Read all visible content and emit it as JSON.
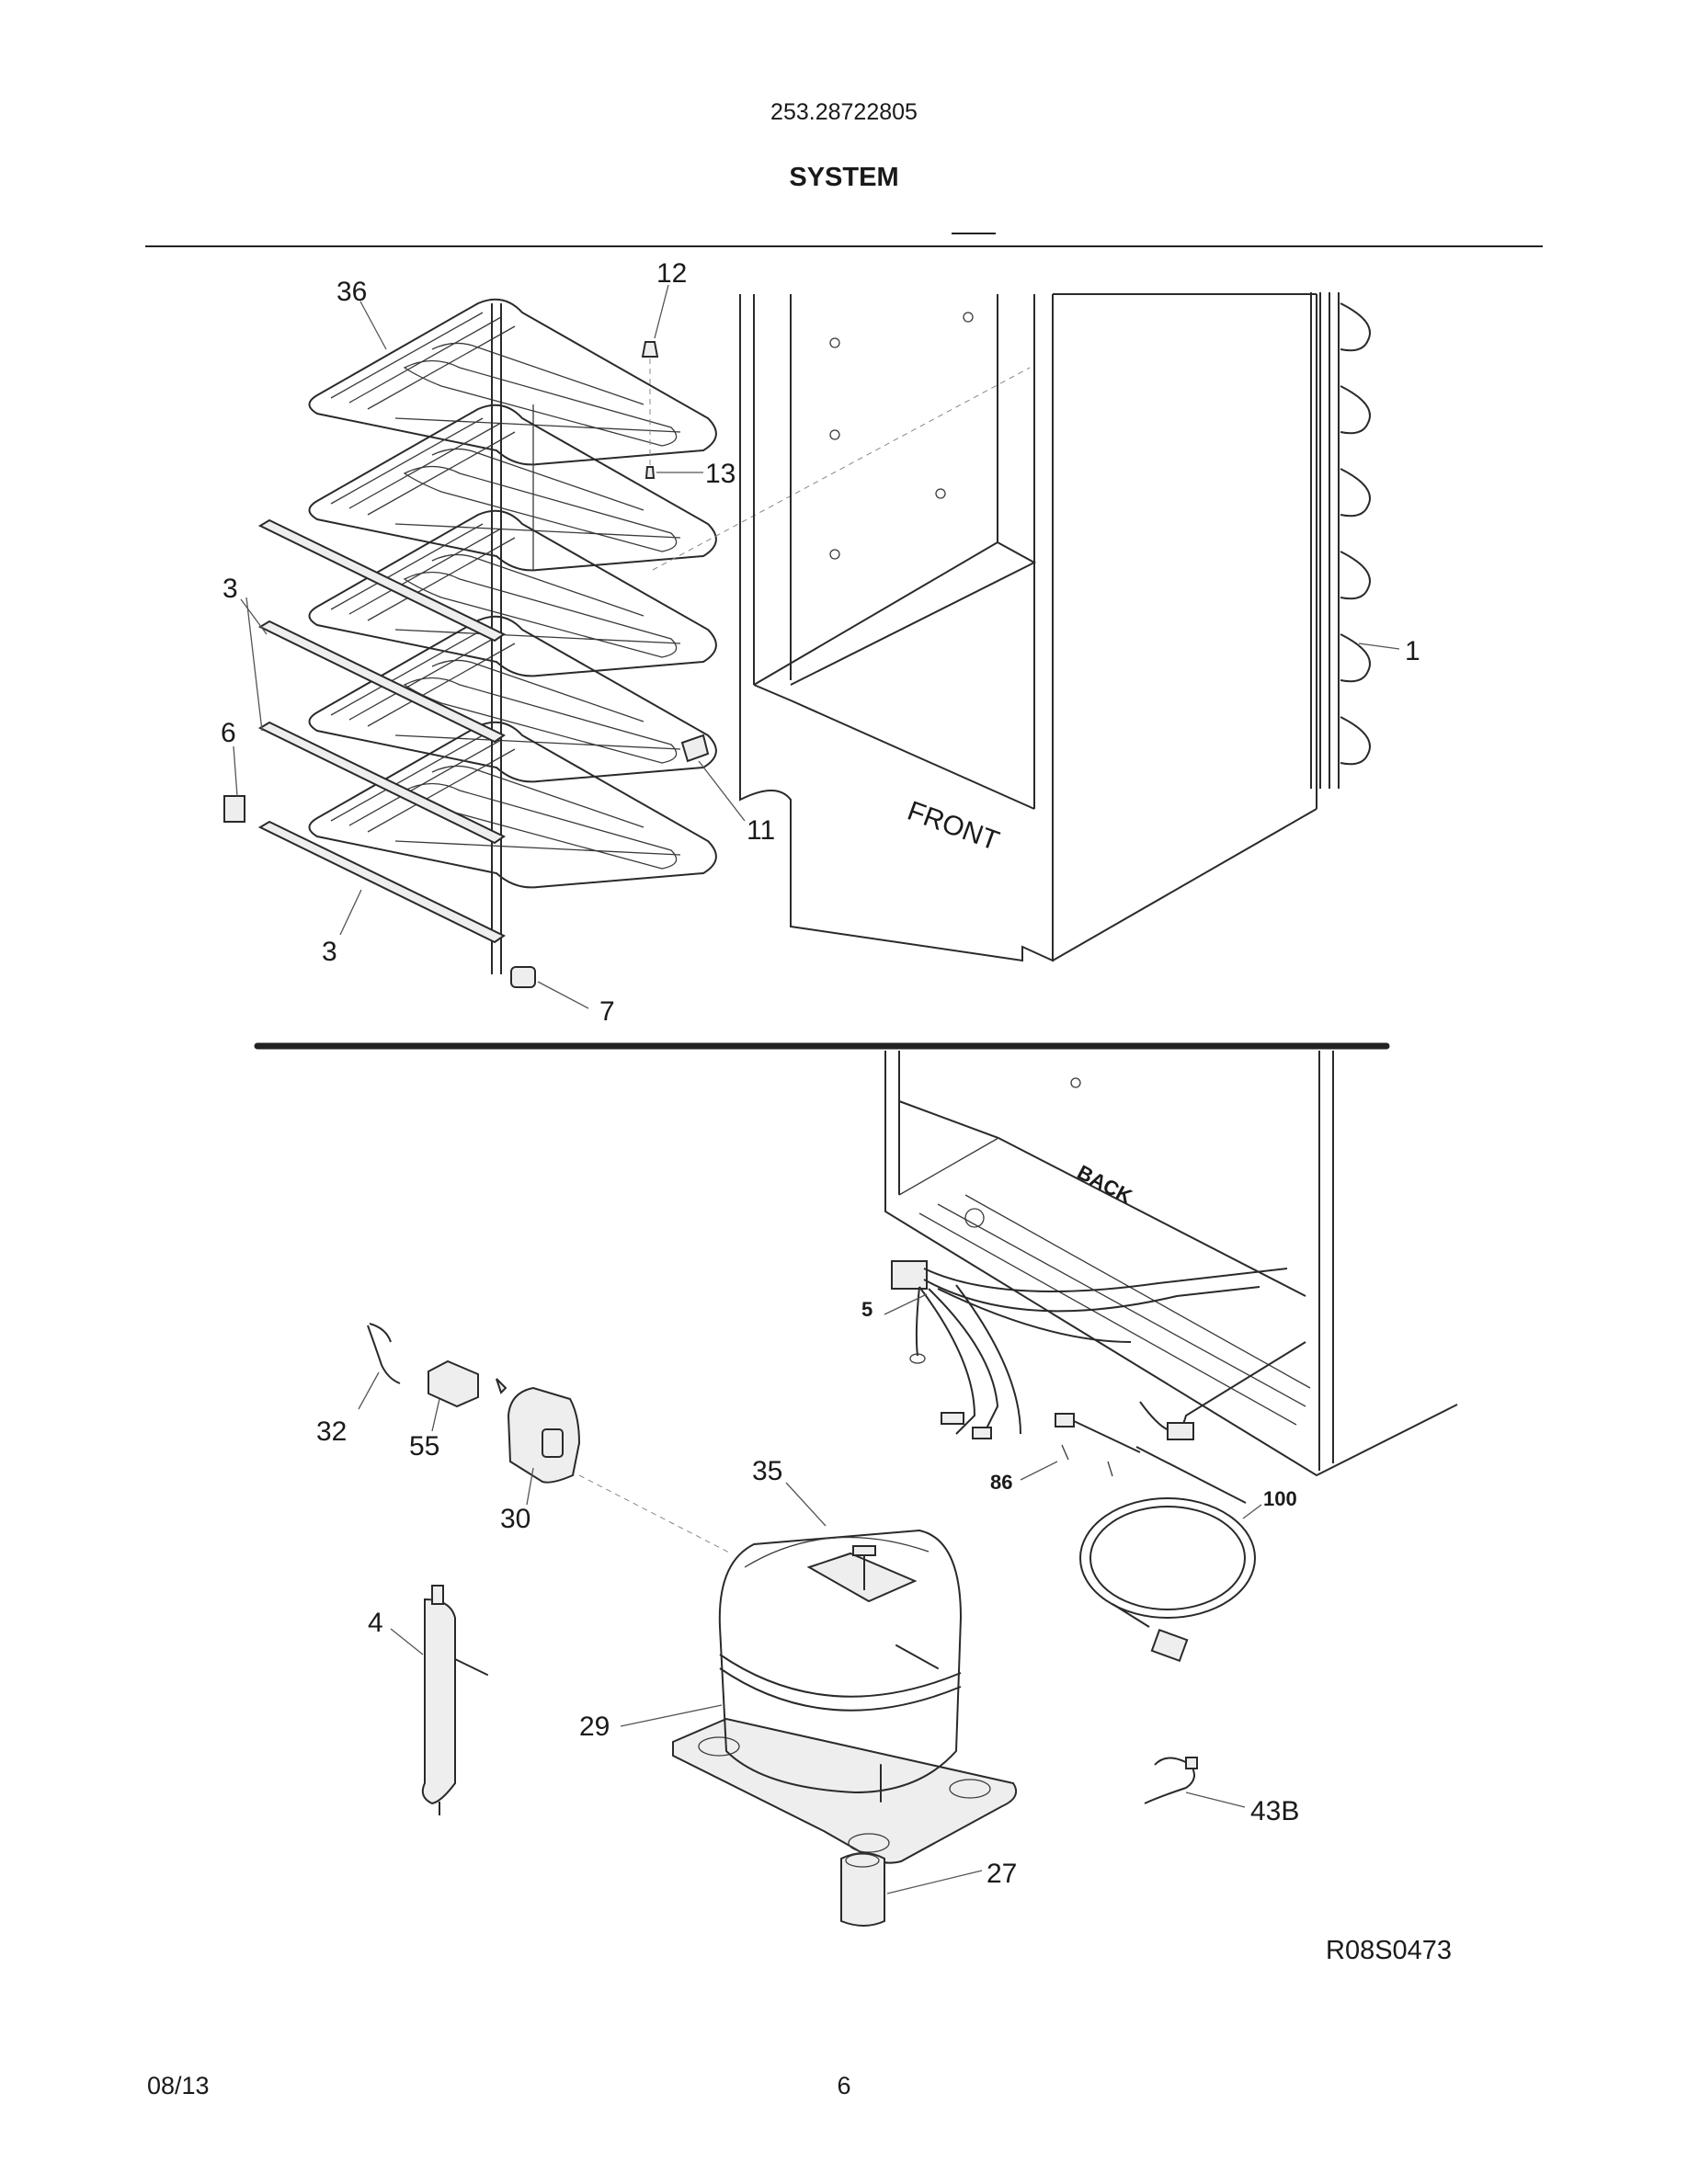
{
  "header": {
    "model_number": "253.28722805",
    "section_title": "SYSTEM"
  },
  "footer": {
    "date": "08/13",
    "page_number": "6"
  },
  "drawing_code": "R08S0473",
  "cabinet_text": {
    "front": "FRONT",
    "back": "BACK"
  },
  "callouts": {
    "c36": "36",
    "c12": "12",
    "c13": "13",
    "c1": "1",
    "c3a": "3",
    "c6": "6",
    "c11": "11",
    "c3b": "3",
    "c7": "7",
    "c5": "5",
    "c86": "86",
    "c100": "100",
    "c32": "32",
    "c55": "55",
    "c30": "30",
    "c35": "35",
    "c4": "4",
    "c29": "29",
    "c27": "27",
    "c43b": "43B"
  }
}
